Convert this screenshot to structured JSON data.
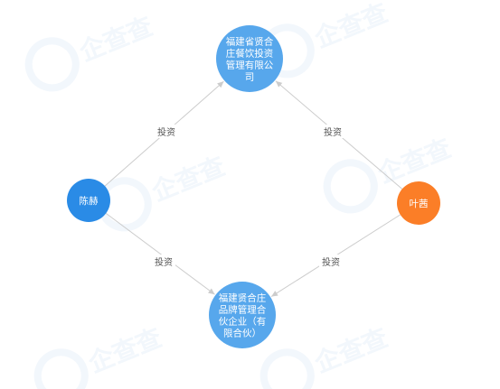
{
  "watermark_text": "企查查",
  "colors": {
    "company_node": "#57a7ec",
    "person_chen": "#2a8be6",
    "person_ye": "#fb7e27",
    "edge": "#cccccc",
    "watermark": "#2a72c8"
  },
  "nodes": [
    {
      "id": "company_top",
      "kind": "company",
      "lines": [
        "福建省贤合",
        "庄餐饮投资",
        "管理有限公",
        "司"
      ],
      "color": "#57a7ec"
    },
    {
      "id": "company_bottom",
      "kind": "company",
      "lines": [
        "福建贤合庄",
        "品牌管理合",
        "伙企业（有",
        "限合伙）"
      ],
      "color": "#57a7ec"
    },
    {
      "id": "person_chen",
      "kind": "person",
      "lines": [
        "陈赫"
      ],
      "color": "#2a8be6"
    },
    {
      "id": "person_ye",
      "kind": "person",
      "lines": [
        "叶茜"
      ],
      "color": "#fb7e27"
    }
  ],
  "edges": [
    {
      "from": "person_chen",
      "to": "company_top",
      "label": "投资"
    },
    {
      "from": "person_ye",
      "to": "company_top",
      "label": "投资"
    },
    {
      "from": "person_chen",
      "to": "company_bottom",
      "label": "投资"
    },
    {
      "from": "person_ye",
      "to": "company_bottom",
      "label": "投资"
    }
  ]
}
